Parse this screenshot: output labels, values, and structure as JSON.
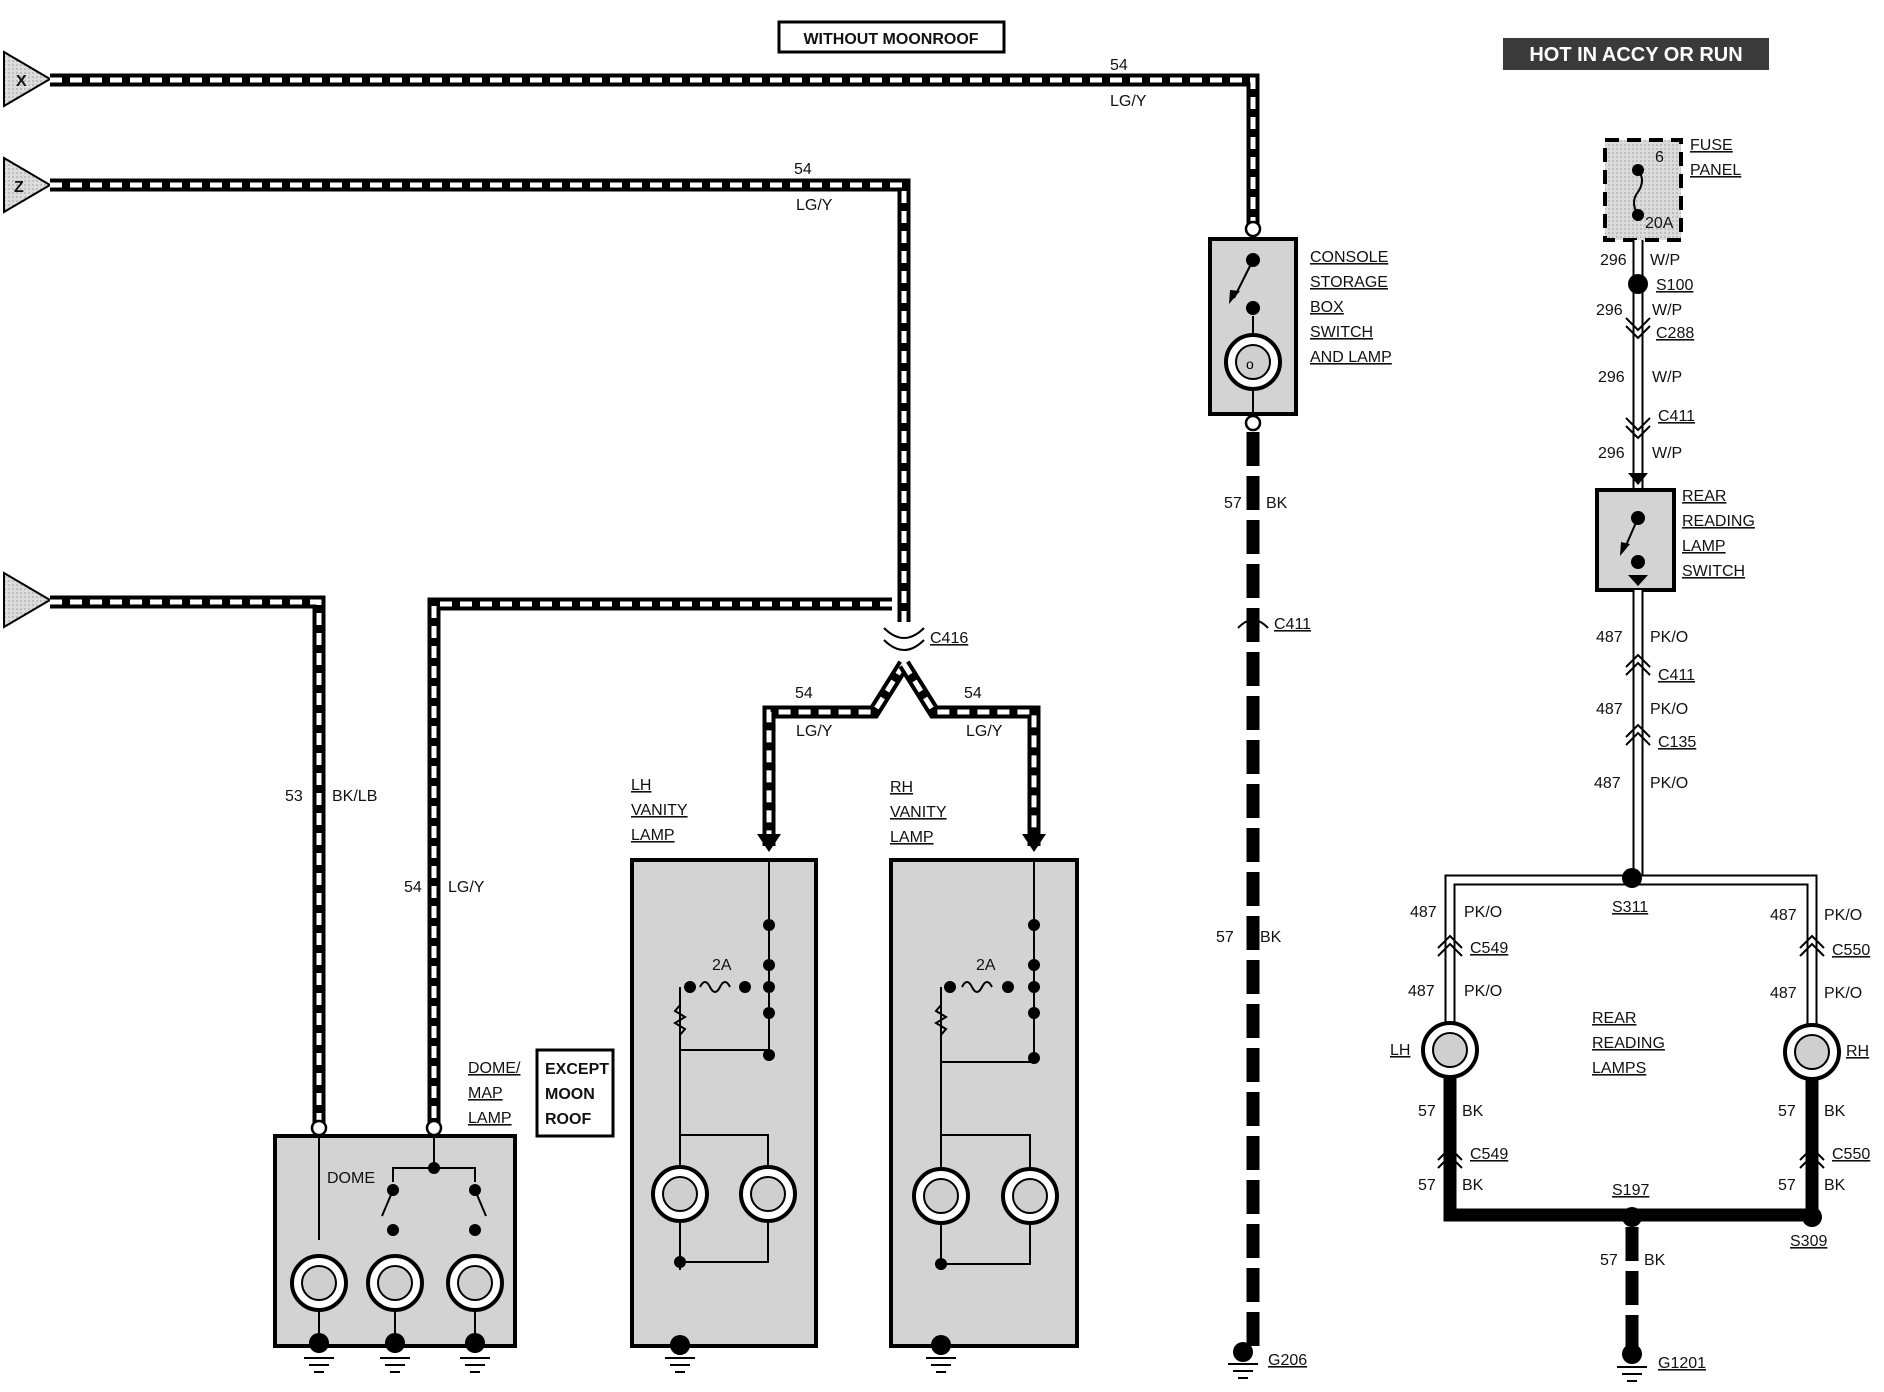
{
  "title_box": "WITHOUT MOONROOF",
  "hot_label": "HOT IN ACCY OR RUN",
  "connectors_left": [
    "X",
    "Z",
    ""
  ],
  "wires": {
    "x_num": "54",
    "x_color": "LG/Y",
    "z_num": "54",
    "z_color": "LG/Y",
    "w53_num": "53",
    "w53_color": "BK/LB",
    "w54_num": "54",
    "w54_color": "LG/Y",
    "lh_num": "54",
    "lh_color": "LG/Y",
    "rh_num": "54",
    "rh_color": "LG/Y",
    "g57a_num": "57",
    "g57a_color": "BK",
    "g57b_num": "57",
    "g57b_color": "BK"
  },
  "c416": "C416",
  "console": {
    "l1": "CONSOLE",
    "l2": "STORAGE",
    "l3": "BOX",
    "l4": "SWITCH",
    "l5": "AND LAMP"
  },
  "c411_mid": "C411",
  "g206": "G206",
  "lh_vanity": {
    "l1": "LH",
    "l2": "VANITY",
    "l3": "LAMP",
    "fuse": "2A"
  },
  "rh_vanity": {
    "l1": "RH",
    "l2": "VANITY",
    "l3": "LAMP",
    "fuse": "2A"
  },
  "dome": {
    "l1": "DOME/",
    "l2": "MAP",
    "l3": "LAMP",
    "inner": "DOME"
  },
  "except": {
    "l1": "EXCEPT",
    "l2": "MOON",
    "l3": "ROOF"
  },
  "fuse_panel": {
    "l1": "FUSE",
    "l2": "PANEL",
    "num": "6",
    "amp": "20A"
  },
  "right": {
    "w296a": "296",
    "w296a_c": "W/P",
    "s100": "S100",
    "w296b": "296",
    "w296b_c": "W/P",
    "c288": "C288",
    "w296c": "296",
    "w296c_c": "W/P",
    "c411a": "C411",
    "w296d": "296",
    "w296d_c": "W/P",
    "rrls": {
      "l1": "REAR",
      "l2": "READING",
      "l3": "LAMP",
      "l4": "SWITCH"
    },
    "w487a": "487",
    "w487a_c": "PK/O",
    "c411b": "C411",
    "w487b": "487",
    "w487b_c": "PK/O",
    "c135": "C135",
    "w487c": "487",
    "w487c_c": "PK/O",
    "s311": "S311",
    "l487a": "487",
    "l487a_c": "PK/O",
    "c549a": "C549",
    "l487b": "487",
    "l487b_c": "PK/O",
    "lh": "LH",
    "l57a": "57",
    "l57a_c": "BK",
    "c549b": "C549",
    "l57b": "57",
    "l57b_c": "BK",
    "r487a": "487",
    "r487a_c": "PK/O",
    "c550a": "C550",
    "r487b": "487",
    "r487b_c": "PK/O",
    "rh": "RH",
    "r57a": "57",
    "r57a_c": "BK",
    "c550b": "C550",
    "r57b": "57",
    "r57b_c": "BK",
    "lamps": {
      "l1": "REAR",
      "l2": "READING",
      "l3": "LAMPS"
    },
    "s197": "S197",
    "s309": "S309",
    "g57": "57",
    "g57_c": "BK",
    "g1201": "G1201"
  }
}
